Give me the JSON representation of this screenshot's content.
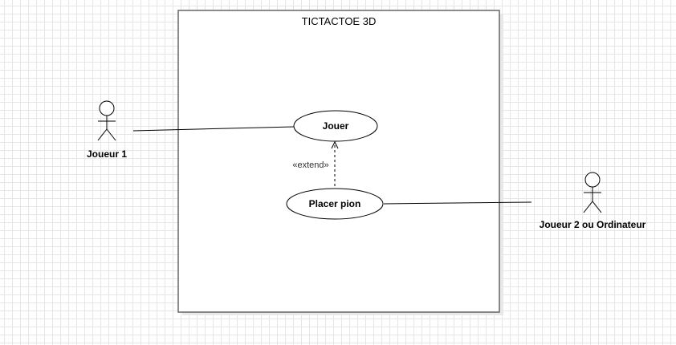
{
  "system": {
    "title": "TICTACTOE 3D"
  },
  "actors": [
    {
      "id": "player1",
      "label": "Joueur 1"
    },
    {
      "id": "player2",
      "label": "Joueur 2 ou Ordinateur"
    }
  ],
  "use_cases": [
    {
      "id": "jouer",
      "label": "Jouer"
    },
    {
      "id": "placer-pion",
      "label": "Placer pion"
    }
  ],
  "relations": [
    {
      "type": "association",
      "from": "player1",
      "to": "jouer"
    },
    {
      "type": "association",
      "from": "player2",
      "to": "placer-pion"
    },
    {
      "type": "extend",
      "from": "placer-pion",
      "to": "jouer",
      "label": "«extend»"
    }
  ],
  "colors": {
    "boundary_stroke": "#666666",
    "line": "#000000",
    "shadow": "#e9e9e9"
  }
}
